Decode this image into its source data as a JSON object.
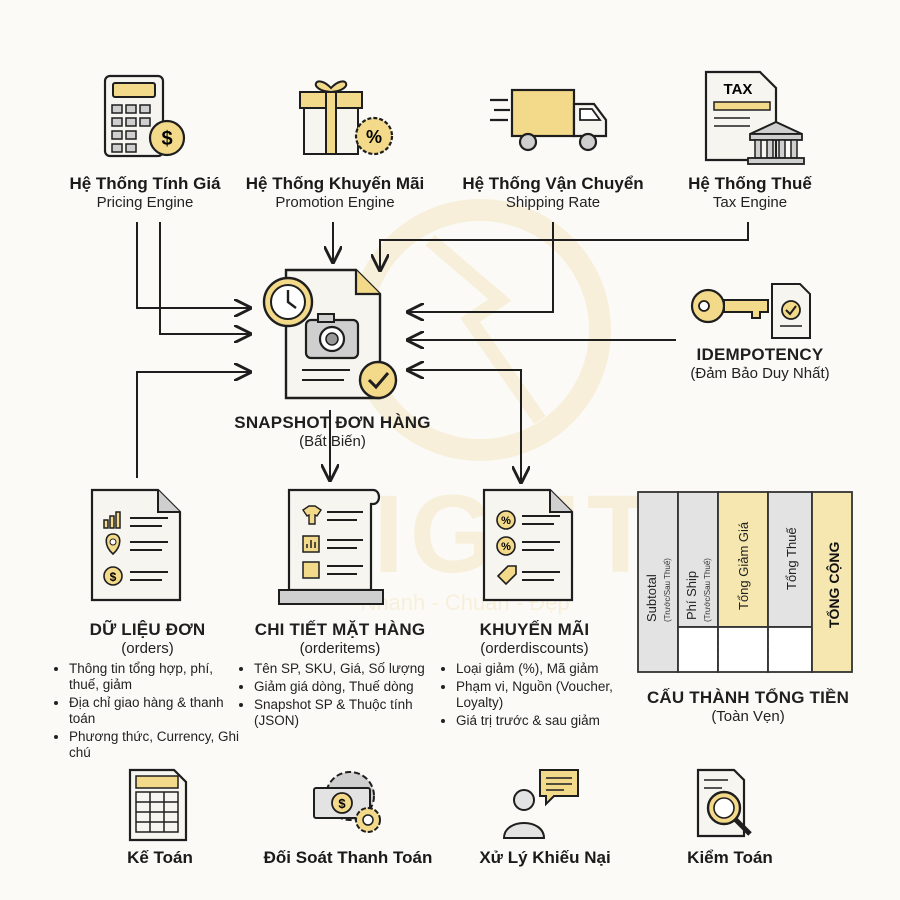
{
  "top_sources": [
    {
      "title": "Hệ Thống Tính Giá",
      "subtitle": "Pricing Engine",
      "icon": "calculator-dollar-icon"
    },
    {
      "title": "Hệ Thống Khuyến Mãi",
      "subtitle": "Promotion Engine",
      "icon": "gift-percent-icon"
    },
    {
      "title": "Hệ Thống Vận Chuyển",
      "subtitle": "Shipping Rate",
      "icon": "delivery-truck-icon"
    },
    {
      "title": "Hệ Thống Thuế",
      "subtitle": "Tax Engine",
      "icon": "tax-building-icon"
    }
  ],
  "snapshot": {
    "title": "SNAPSHOT ĐƠN HÀNG",
    "subtitle": "(Bất Biến)",
    "icon": "snapshot-document-icon"
  },
  "idempotency": {
    "title": "IDEMPOTENCY",
    "subtitle": "(Đảm Bảo Duy Nhất)",
    "icon": "key-document-icon"
  },
  "tables": [
    {
      "title": "DỮ LIỆU ĐƠN",
      "subtitle": "(orders)",
      "icon": "orders-document-icon",
      "bullets": [
        "Thông tin tổng hợp, phí, thuế, giảm",
        "Địa chỉ giao hàng & thanh toán",
        "Phương thức, Currency, Ghi chú"
      ]
    },
    {
      "title": "CHI TIẾT MẶT HÀNG",
      "subtitle": "(orderitems)",
      "icon": "orderitems-scroll-icon",
      "bullets": [
        "Tên SP, SKU, Giá, Số lượng",
        "Giảm giá dòng, Thuế dòng",
        "Snapshot SP & Thuộc tính (JSON)"
      ]
    },
    {
      "title": "KHUYẾN MÃI",
      "subtitle": "(orderdiscounts)",
      "icon": "discounts-document-icon",
      "bullets": [
        "Loại giảm (%), Mã giảm",
        "Phạm vi, Nguồn (Voucher, Loyalty)",
        "Giá trị trước & sau giảm"
      ]
    }
  ],
  "total_composition": {
    "title": "CẤU THÀNH TỔNG TIỀN",
    "subtitle": "(Toàn Vẹn)",
    "columns": [
      {
        "label": "Subtotal",
        "note": "(Trước/Sau Thuế)"
      },
      {
        "label": "Phí Ship",
        "note": "(Trước/Sau Thuế)"
      },
      {
        "label": "Tổng Giảm Giá",
        "note": ""
      },
      {
        "label": "Tổng Thuế",
        "note": ""
      },
      {
        "label": "TỔNG CỘNG",
        "note": ""
      }
    ],
    "colors": {
      "gray": "#e3e3e3",
      "yellow": "#f6e7b0",
      "white": "#ffffff",
      "outline": "#333333"
    }
  },
  "consumers": [
    {
      "label": "Kế Toán",
      "icon": "ledger-icon"
    },
    {
      "label": "Đối Soát Thanh Toán",
      "icon": "money-gear-icon"
    },
    {
      "label": "Xử Lý Khiếu Nại",
      "icon": "support-person-chat-icon"
    },
    {
      "label": "Kiểm Toán",
      "icon": "audit-magnifier-icon"
    }
  ],
  "watermark": {
    "text": "LIGHT",
    "tagline": "Nhanh - Chuẩn - Đẹp"
  },
  "colors": {
    "accent": "#f3d98a",
    "line": "#1e1e1e",
    "fill_light": "#f7f5ef"
  }
}
